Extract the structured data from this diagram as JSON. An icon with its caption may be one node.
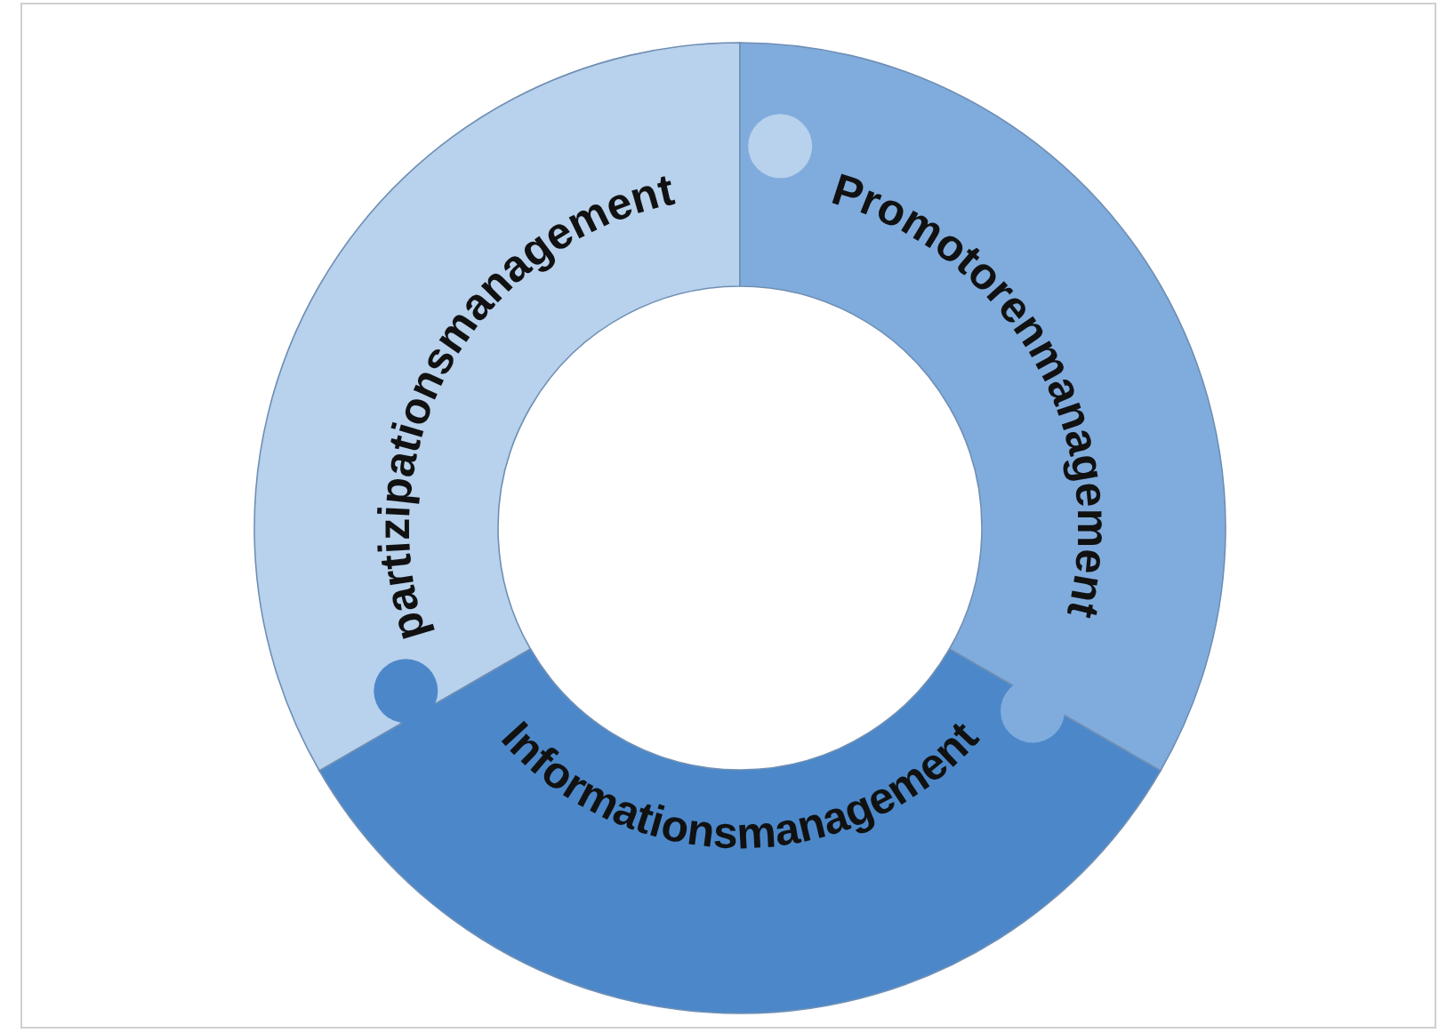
{
  "diagram": {
    "nodes": [
      {
        "text": [
          "partizipationsmanagement"
        ]
      },
      {
        "text": [
          "Promotorenmanagement"
        ]
      },
      {
        "text": [
          "Informationsmanagement"
        ]
      }
    ]
  }
}
